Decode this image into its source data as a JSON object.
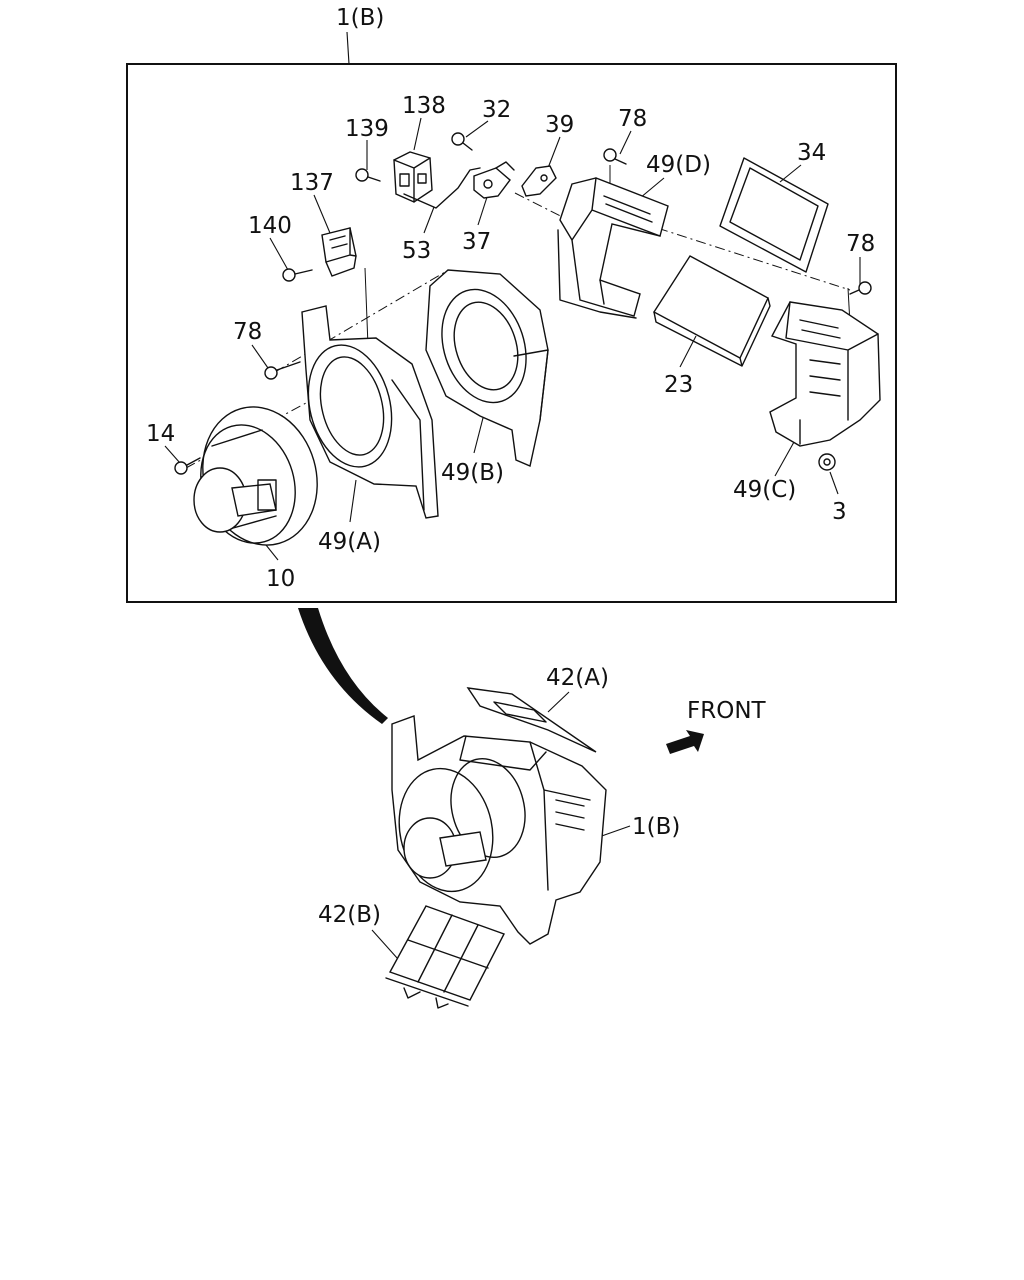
{
  "diagram": {
    "top_label": "1(B)",
    "direction_label": "FRONT",
    "callouts": {
      "p138": "138",
      "p32": "32",
      "p139": "139",
      "p39": "39",
      "p78a": "78",
      "p49d": "49(D)",
      "p34": "34",
      "p137": "137",
      "p140": "140",
      "p53": "53",
      "p37": "37",
      "p78b": "78",
      "p78c": "78",
      "p23": "23",
      "p14": "14",
      "p49b": "49(B)",
      "p49c": "49(C)",
      "p3": "3",
      "p49a": "49(A)",
      "p10": "10",
      "p42a": "42(A)",
      "p1b": "1(B)",
      "p42b": "42(B)"
    }
  }
}
